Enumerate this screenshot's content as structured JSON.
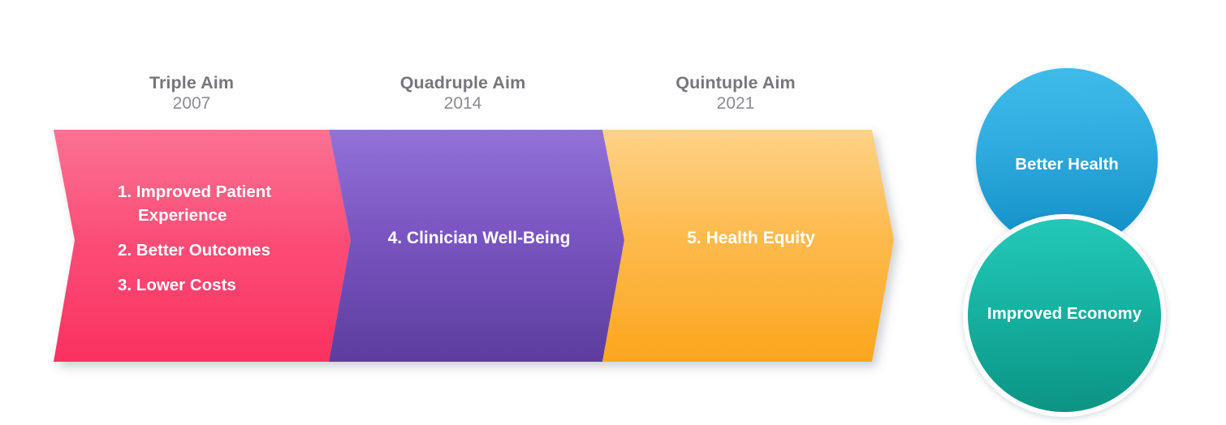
{
  "diagram": {
    "type": "chevron-timeline",
    "phases": [
      {
        "title": "Triple Aim",
        "year": "2007",
        "color": "#FB3160"
      },
      {
        "title": "Quadruple Aim",
        "year": "2014",
        "color": "#6D4BB6"
      },
      {
        "title": "Quintuple Aim",
        "year": "2021",
        "color": "#FCA61E"
      }
    ],
    "segments": {
      "triple": {
        "items": [
          "1. Improved Patient Experience",
          "2. Better Outcomes",
          "3. Lower Costs"
        ]
      },
      "quadruple": {
        "label": "4. Clinician Well-Being"
      },
      "quintuple": {
        "label": "5. Health Equity"
      }
    },
    "outcomes": [
      {
        "label": "Better Health",
        "color": "#2FAEE0"
      },
      {
        "label": "Improved Economy",
        "color": "#16B2A2"
      }
    ]
  },
  "colors": {
    "pink_top": "#FB6A8D",
    "pink_bottom": "#FB3160",
    "purple_top": "#8E6DD4",
    "purple_bottom": "#5D3D9E",
    "orange_top": "#FCCE7E",
    "orange_bottom": "#FCA61E",
    "blue_top": "#3FBCEA",
    "blue_bottom": "#0E8DC4",
    "teal_top": "#24C9B8",
    "teal_bottom": "#0B9383",
    "header_text": "#76767d",
    "body_text": "#ffffff",
    "background": "#ffffff"
  }
}
